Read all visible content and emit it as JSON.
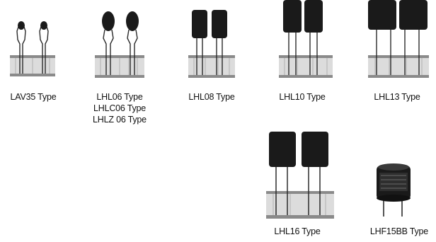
{
  "components": [
    {
      "id": "lav35",
      "label_lines": [
        "LAV35 Type"
      ]
    },
    {
      "id": "lhl06",
      "label_lines": [
        "LHL06 Type",
        "LHLC06 Type",
        "LHLZ 06 Type"
      ]
    },
    {
      "id": "lhl08",
      "label_lines": [
        "LHL08 Type"
      ]
    },
    {
      "id": "lhl10",
      "label_lines": [
        "LHL10 Type"
      ]
    },
    {
      "id": "lhl13",
      "label_lines": [
        "LHL13 Type"
      ]
    },
    {
      "id": "lhl16",
      "label_lines": [
        "LHL16 Type"
      ]
    },
    {
      "id": "lhf15bb",
      "label_lines": [
        "LHF15BB Type"
      ]
    }
  ],
  "colors": {
    "component_body": "#1a1a1a",
    "tape_light": "#d9d9d9",
    "tape_dark": "#8a8a8a",
    "lead": "#2a2a2a"
  }
}
